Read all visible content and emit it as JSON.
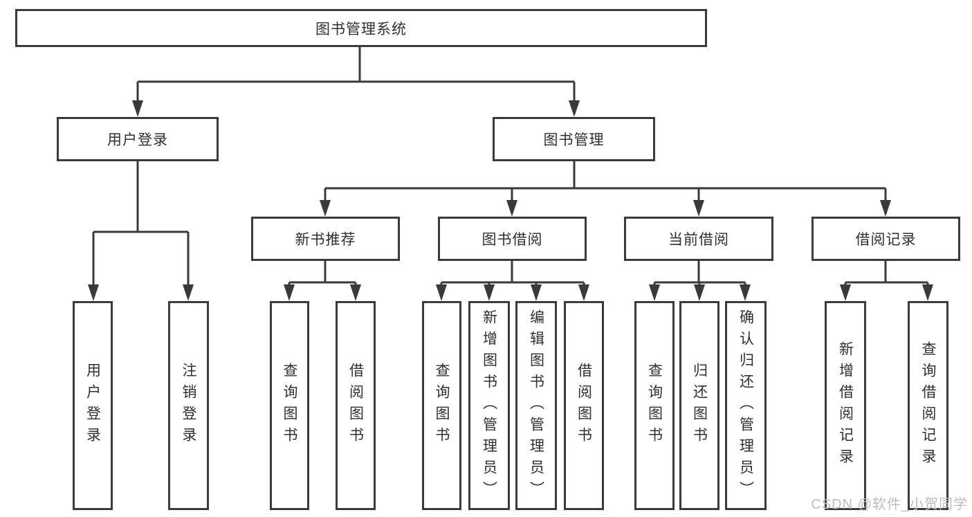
{
  "tree": {
    "label": "图书管理系统",
    "children": [
      {
        "label": "用户登录",
        "children": [
          {
            "label": "用户登录"
          },
          {
            "label": "注销登录"
          }
        ]
      },
      {
        "label": "图书管理",
        "children": [
          {
            "label": "新书推荐",
            "children": [
              {
                "label": "查询图书"
              },
              {
                "label": "借阅图书"
              }
            ]
          },
          {
            "label": "图书借阅",
            "children": [
              {
                "label": "查询图书"
              },
              {
                "label": "新增图书（管理员）"
              },
              {
                "label": "编辑图书（管理员）"
              },
              {
                "label": "借阅图书"
              }
            ]
          },
          {
            "label": "当前借阅",
            "children": [
              {
                "label": "查询图书"
              },
              {
                "label": "归还图书"
              },
              {
                "label": "确认归还（管理员）"
              }
            ]
          },
          {
            "label": "借阅记录",
            "children": [
              {
                "label": "新增借阅记录"
              },
              {
                "label": "查询借阅记录"
              }
            ]
          }
        ]
      }
    ]
  },
  "watermark": "CSDN @软件_小贺同学",
  "colors": {
    "line": "#3a3a3a",
    "box_border": "#3a3a3a",
    "box_fill": "#ffffff",
    "text": "#2f2f2f",
    "watermark": "#bdbdbd"
  }
}
